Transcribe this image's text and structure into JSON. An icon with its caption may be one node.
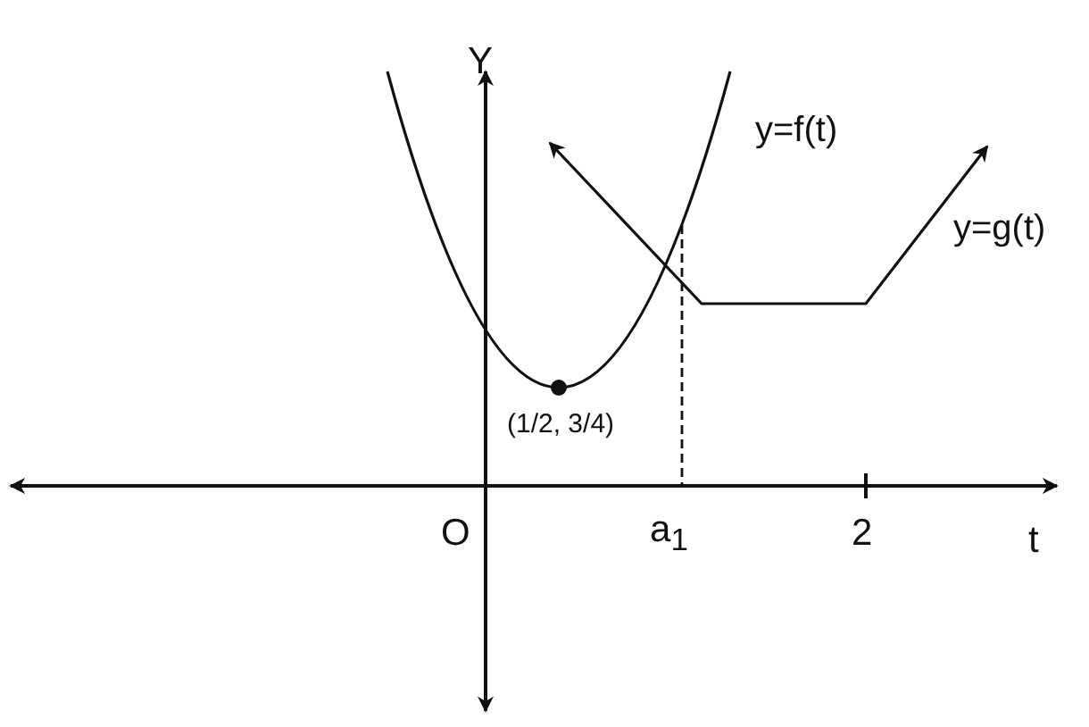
{
  "diagram": {
    "labels": [
      "Y",
      "y=f(t)",
      "y=g(t)",
      "(1/2, 3/4)",
      "O",
      "a$_{1}$",
      "2",
      "t"
    ]
  }
}
